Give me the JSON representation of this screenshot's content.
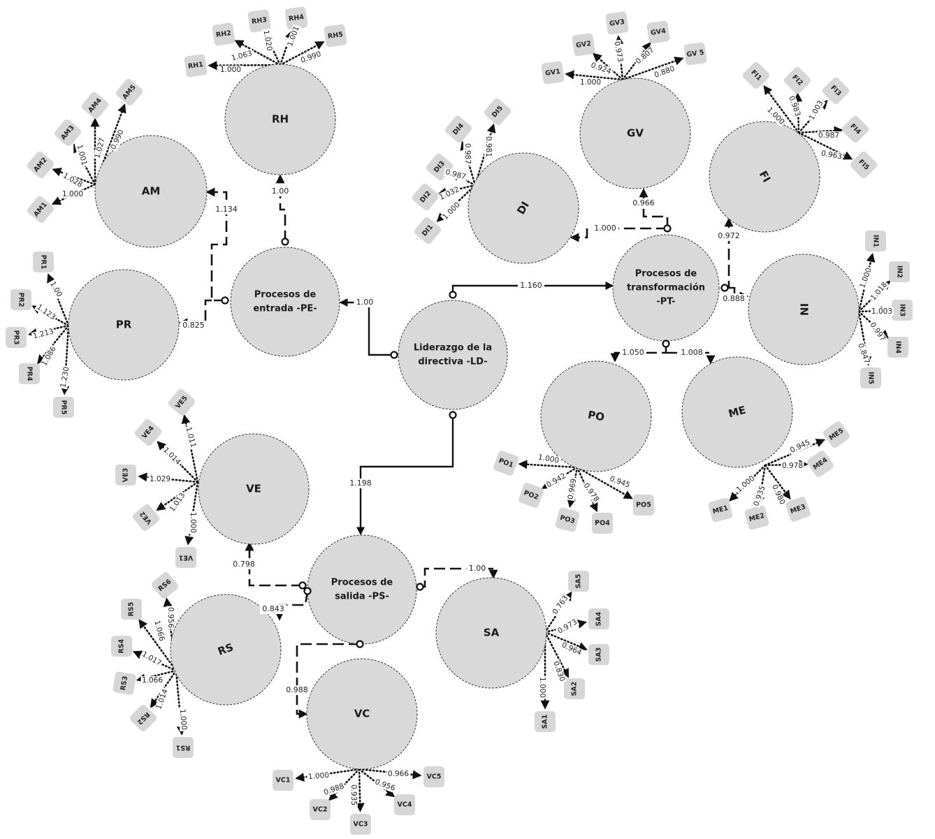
{
  "colors": {
    "construct_fill": "#d9d9d9",
    "indicator_fill": "#d6d6d6",
    "line": "#111111",
    "background": "#ffffff"
  },
  "constructs": [
    {
      "id": "LD",
      "label_lines": [
        "Liderazgo de la",
        "directiva -LD-"
      ]
    },
    {
      "id": "PE",
      "label_lines": [
        "Procesos de",
        "entrada -PE-"
      ]
    },
    {
      "id": "PT",
      "label_lines": [
        "Procesos de",
        "transformación",
        "-PT-"
      ]
    },
    {
      "id": "PS",
      "label_lines": [
        "Procesos de",
        "salida -PS-"
      ]
    },
    {
      "id": "RH",
      "label_lines": [
        "RH"
      ]
    },
    {
      "id": "AM",
      "label_lines": [
        "AM"
      ]
    },
    {
      "id": "PR",
      "label_lines": [
        "PR"
      ]
    },
    {
      "id": "DI",
      "label_lines": [
        "DI"
      ]
    },
    {
      "id": "GV",
      "label_lines": [
        "GV"
      ]
    },
    {
      "id": "FI",
      "label_lines": [
        "FI"
      ]
    },
    {
      "id": "IN",
      "label_lines": [
        "IN"
      ]
    },
    {
      "id": "PO",
      "label_lines": [
        "PO"
      ]
    },
    {
      "id": "ME",
      "label_lines": [
        "ME"
      ]
    },
    {
      "id": "VE",
      "label_lines": [
        "VE"
      ]
    },
    {
      "id": "RS",
      "label_lines": [
        "RS"
      ]
    },
    {
      "id": "SA",
      "label_lines": [
        "SA"
      ]
    },
    {
      "id": "VC",
      "label_lines": [
        "VC"
      ]
    }
  ],
  "structural_paths": [
    {
      "from": "LD",
      "to": "PE",
      "value": "1.00",
      "style": "solid"
    },
    {
      "from": "LD",
      "to": "PT",
      "value": "1.160",
      "style": "solid"
    },
    {
      "from": "LD",
      "to": "PS",
      "value": "1.198",
      "style": "solid"
    },
    {
      "from": "PE",
      "to": "RH",
      "value": "1.00",
      "style": "dashed"
    },
    {
      "from": "PE",
      "to": "AM",
      "value": "1.134",
      "style": "dashed"
    },
    {
      "from": "PE",
      "to": "PR",
      "value": "0.825",
      "style": "dashed"
    },
    {
      "from": "PT",
      "to": "DI",
      "value": "1.000",
      "style": "dashed"
    },
    {
      "from": "PT",
      "to": "GV",
      "value": "0.966",
      "style": "dashed"
    },
    {
      "from": "PT",
      "to": "FI",
      "value": "0.972",
      "style": "dashed"
    },
    {
      "from": "PT",
      "to": "IN",
      "value": "0.888",
      "style": "dashed"
    },
    {
      "from": "PT",
      "to": "PO",
      "value": "1.050",
      "style": "dashed"
    },
    {
      "from": "PT",
      "to": "ME",
      "value": "1.008",
      "style": "dashed"
    },
    {
      "from": "PS",
      "to": "VE",
      "value": "0.798",
      "style": "dashed"
    },
    {
      "from": "PS",
      "to": "RS",
      "value": "0.843",
      "style": "dashed"
    },
    {
      "from": "PS",
      "to": "SA",
      "value": "1.00",
      "style": "dashed"
    },
    {
      "from": "PS",
      "to": "VC",
      "value": "0.988",
      "style": "dashed"
    }
  ],
  "measurement": {
    "RH": [
      {
        "label": "RH1",
        "loading": "1.000"
      },
      {
        "label": "RH2",
        "loading": "1.063"
      },
      {
        "label": "RH3",
        "loading": "1.020"
      },
      {
        "label": "RH4",
        "loading": "1.001"
      },
      {
        "label": "RH5",
        "loading": "0.990"
      }
    ],
    "AM": [
      {
        "label": "AM1",
        "loading": "1.000"
      },
      {
        "label": "AM2",
        "loading": "1.028"
      },
      {
        "label": "AM3",
        "loading": "1.001"
      },
      {
        "label": "AM4",
        "loading": "1.027"
      },
      {
        "label": "AM5",
        "loading": "0.990"
      }
    ],
    "PR": [
      {
        "label": "PR1",
        "loading": "1.00"
      },
      {
        "label": "PR2",
        "loading": "1.123"
      },
      {
        "label": "PR3",
        "loading": "1.213"
      },
      {
        "label": "PR4",
        "loading": "1.086"
      },
      {
        "label": "PR5",
        "loading": "1.230"
      }
    ],
    "DI": [
      {
        "label": "DI1",
        "loading": "1.000"
      },
      {
        "label": "DI2",
        "loading": "1.032"
      },
      {
        "label": "DI3",
        "loading": "0.987"
      },
      {
        "label": "DI4",
        "loading": "0.987"
      },
      {
        "label": "DI5",
        "loading": "0.981"
      }
    ],
    "GV": [
      {
        "label": "GV1",
        "loading": "1.000"
      },
      {
        "label": "GV2",
        "loading": "0.924"
      },
      {
        "label": "GV3",
        "loading": "0.973"
      },
      {
        "label": "GV4",
        "loading": "0.807"
      },
      {
        "label": "GV 5",
        "loading": "0.880"
      }
    ],
    "FI": [
      {
        "label": "FI1",
        "loading": "1.000"
      },
      {
        "label": "FI2",
        "loading": "0.983"
      },
      {
        "label": "FI3",
        "loading": "1.003"
      },
      {
        "label": "FI4",
        "loading": "0.987"
      },
      {
        "label": "FI5",
        "loading": "0.963"
      }
    ],
    "IN": [
      {
        "label": "IN1",
        "loading": "1.000"
      },
      {
        "label": "IN2",
        "loading": "1.018"
      },
      {
        "label": "IN3",
        "loading": "1.003"
      },
      {
        "label": "IN4",
        "loading": "0.997"
      },
      {
        "label": "IN5",
        "loading": "0.847"
      }
    ],
    "PO": [
      {
        "label": "PO1",
        "loading": "1.000"
      },
      {
        "label": "PO2",
        "loading": "0.942"
      },
      {
        "label": "PO3",
        "loading": "0.969"
      },
      {
        "label": "PO4",
        "loading": "0.978"
      },
      {
        "label": "PO5",
        "loading": "0.945"
      }
    ],
    "ME": [
      {
        "label": "ME1",
        "loading": "1.000"
      },
      {
        "label": "ME2",
        "loading": "0.935"
      },
      {
        "label": "ME3",
        "loading": "0.980"
      },
      {
        "label": "ME4",
        "loading": "0.978"
      },
      {
        "label": "ME5",
        "loading": "0.945"
      }
    ],
    "VE": [
      {
        "label": "VE1",
        "loading": "1.000"
      },
      {
        "label": "VE2",
        "loading": "1.013"
      },
      {
        "label": "VE3",
        "loading": "1.029"
      },
      {
        "label": "VE4",
        "loading": "1.014"
      },
      {
        "label": "VE5",
        "loading": "1.011"
      }
    ],
    "RS": [
      {
        "label": "RS1",
        "loading": "1.000"
      },
      {
        "label": "RS2",
        "loading": "1.014"
      },
      {
        "label": "RS3",
        "loading": "1.066"
      },
      {
        "label": "RS4",
        "loading": "1.017"
      },
      {
        "label": "RS5",
        "loading": "1.066"
      },
      {
        "label": "RS6",
        "loading": "0.956"
      }
    ],
    "SA": [
      {
        "label": "SA1",
        "loading": "1.000"
      },
      {
        "label": "SA2",
        "loading": "0.830"
      },
      {
        "label": "SA3",
        "loading": "0.964"
      },
      {
        "label": "SA4",
        "loading": "0.973"
      },
      {
        "label": "SA5",
        "loading": "0.763"
      }
    ],
    "VC": [
      {
        "label": "VC1",
        "loading": "1.000"
      },
      {
        "label": "VC2",
        "loading": "0.988"
      },
      {
        "label": "VC3",
        "loading": "0.935"
      },
      {
        "label": "VC4",
        "loading": "0.956"
      },
      {
        "label": "VC5",
        "loading": "0.966"
      }
    ]
  }
}
